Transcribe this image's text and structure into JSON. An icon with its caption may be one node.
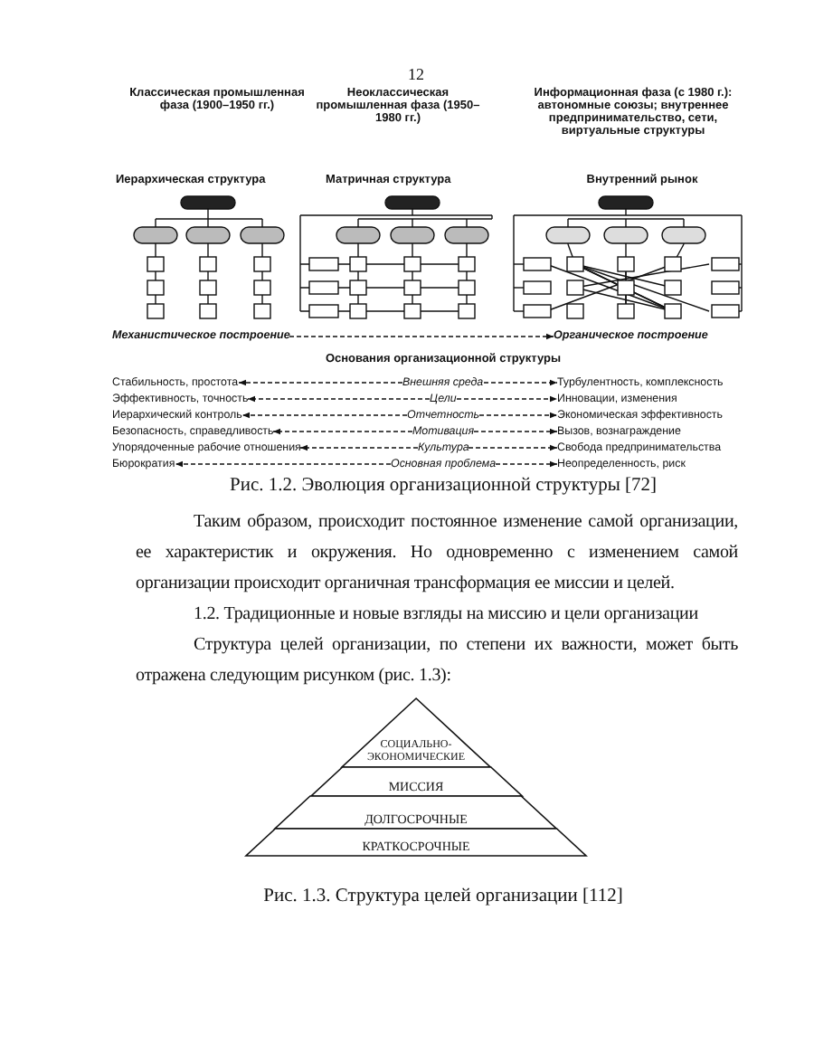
{
  "diagram": {
    "nodes": [
      {
        "text": [
          "Механистическое построение"
        ]
      },
      {
        "text": [
          "Органическое построение"
        ]
      },
      {
        "text": [
          "Стабильность, простота"
        ]
      },
      {
        "text": [
          "Внешняя среда"
        ]
      },
      {
        "text": [
          "Турбулентность, комплексность"
        ]
      },
      {
        "text": [
          "Эффективность, точность"
        ]
      },
      {
        "text": [
          "Цели"
        ]
      },
      {
        "text": [
          "Инновации, изменения"
        ]
      },
      {
        "text": [
          "Иерархический контроль"
        ]
      },
      {
        "text": [
          "Отчетность"
        ]
      },
      {
        "text": [
          "Экономическая эффективность"
        ]
      },
      {
        "text": [
          "Безопасность, справедливость"
        ]
      },
      {
        "text": [
          "Мотивация"
        ]
      },
      {
        "text": [
          "Вызов, вознаграждение"
        ]
      },
      {
        "text": [
          "Упорядоченные рабочие отношения"
        ]
      },
      {
        "text": [
          "Культура"
        ]
      },
      {
        "text": [
          "Свобода предпринимательства"
        ]
      },
      {
        "text": [
          "Бюрократия"
        ]
      },
      {
        "text": [
          "Основная проблема"
        ]
      },
      {
        "text": [
          "Неопределенность, риск"
        ]
      },
      {
        "text": [
          "СОЦИАЛЬНО-ЭКОНОМИЧЕСКИЕ"
        ]
      },
      {
        "text": [
          "МИССИЯ"
        ]
      },
      {
        "text": [
          "ДОЛГОСРОЧНЫЕ"
        ]
      },
      {
        "text": [
          "КРАТКОСРОЧНЫЕ"
        ]
      }
    ],
    "edges": [
      {
        "from": 0,
        "to": 1,
        "arrow": "to",
        "style": "dashed"
      },
      {
        "from": 3,
        "to": 2,
        "arrow": "to",
        "style": "dashed"
      },
      {
        "from": 3,
        "to": 4,
        "arrow": "to",
        "style": "dashed"
      },
      {
        "from": 6,
        "to": 5,
        "arrow": "to",
        "style": "dashed"
      },
      {
        "from": 6,
        "to": 7,
        "arrow": "to",
        "style": "dashed"
      },
      {
        "from": 9,
        "to": 8,
        "arrow": "to",
        "style": "dashed"
      },
      {
        "from": 9,
        "to": 10,
        "arrow": "to",
        "style": "dashed"
      },
      {
        "from": 12,
        "to": 11,
        "arrow": "to",
        "style": "dashed"
      },
      {
        "from": 12,
        "to": 13,
        "arrow": "to",
        "style": "dashed"
      },
      {
        "from": 15,
        "to": 14,
        "arrow": "to",
        "style": "dashed"
      },
      {
        "from": 15,
        "to": 16,
        "arrow": "to",
        "style": "dashed"
      },
      {
        "from": 18,
        "to": 17,
        "arrow": "to",
        "style": "dashed"
      },
      {
        "from": 18,
        "to": 19,
        "arrow": "to",
        "style": "dashed"
      }
    ],
    "labels": [
      "12",
      "Классическая промышленная фаза (1900–1950 гг.)",
      "Неоклассическая промышленная фаза (1950–1980 гг.)",
      "Информационная фаза (с 1980 г.): автономные союзы; внутреннее предпринимательство, сети, виртуальные структуры",
      "Иерархическая структура",
      "Матричная структура",
      "Внутренний рынок",
      "Основания организационной структуры",
      "Рис. 1.2. Эволюция организационной структуры [72]",
      "Таким образом, происходит постоянное изменение самой организации, ее характеристик и окружения. Но одновременно с изменением самой организации происходит органичная трансформация ее миссии и целей.",
      "1.2. Традиционные и новые взгляды на миссию и цели организации",
      "Структура целей организации, по степени их важности, может быть отражена следующим рисунком (рис. 1.3):",
      "Рис. 1.3. Структура целей организации [112]"
    ]
  }
}
